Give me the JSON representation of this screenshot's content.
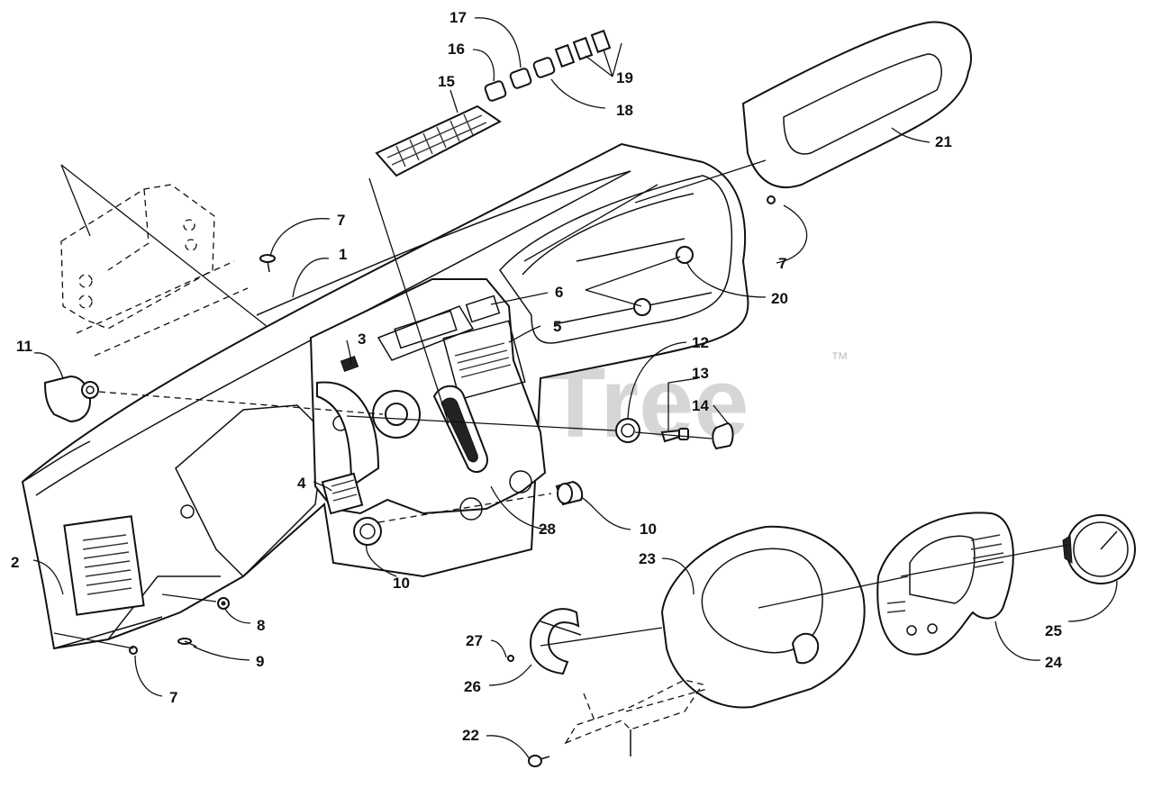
{
  "watermark": {
    "text": "PartsTree",
    "trademark": "™"
  },
  "callouts": [
    {
      "id": "c1",
      "label": "1"
    },
    {
      "id": "c2",
      "label": "2"
    },
    {
      "id": "c3",
      "label": "3"
    },
    {
      "id": "c4",
      "label": "4"
    },
    {
      "id": "c5",
      "label": "5"
    },
    {
      "id": "c6",
      "label": "6"
    },
    {
      "id": "c7a",
      "label": "7"
    },
    {
      "id": "c7b",
      "label": "7"
    },
    {
      "id": "c7c",
      "label": "7"
    },
    {
      "id": "c8",
      "label": "8"
    },
    {
      "id": "c9",
      "label": "9"
    },
    {
      "id": "c10a",
      "label": "10"
    },
    {
      "id": "c10b",
      "label": "10"
    },
    {
      "id": "c11",
      "label": "11"
    },
    {
      "id": "c12",
      "label": "12"
    },
    {
      "id": "c13",
      "label": "13"
    },
    {
      "id": "c14",
      "label": "14"
    },
    {
      "id": "c15",
      "label": "15"
    },
    {
      "id": "c16",
      "label": "16"
    },
    {
      "id": "c17",
      "label": "17"
    },
    {
      "id": "c18",
      "label": "18"
    },
    {
      "id": "c19",
      "label": "19"
    },
    {
      "id": "c20",
      "label": "20"
    },
    {
      "id": "c21",
      "label": "21"
    },
    {
      "id": "c22",
      "label": "22"
    },
    {
      "id": "c23",
      "label": "23"
    },
    {
      "id": "c24",
      "label": "24"
    },
    {
      "id": "c25",
      "label": "25"
    },
    {
      "id": "c26",
      "label": "26"
    },
    {
      "id": "c27",
      "label": "27"
    },
    {
      "id": "c28",
      "label": "28"
    }
  ]
}
